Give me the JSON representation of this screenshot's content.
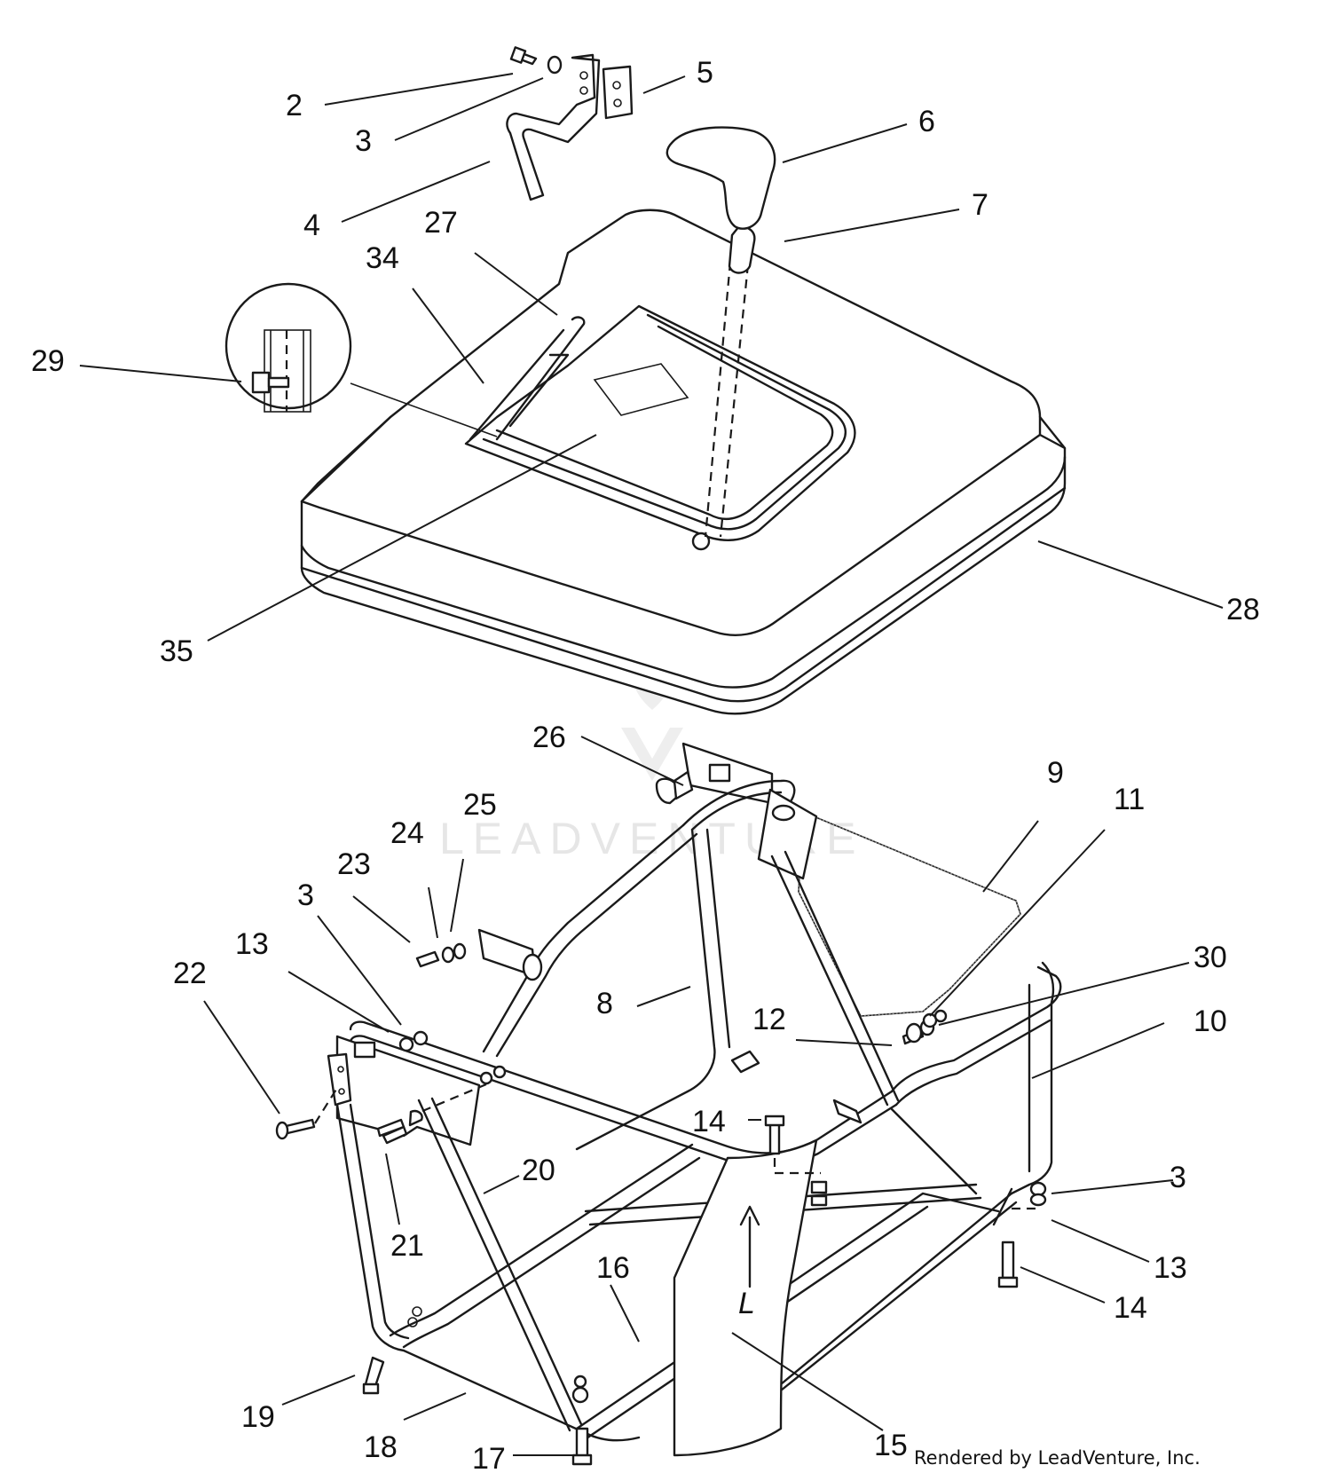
{
  "labels": {
    "p2": "2",
    "p3a": "3",
    "p4": "4",
    "p5": "5",
    "p6": "6",
    "p7": "7",
    "p27": "27",
    "p34": "34",
    "p29": "29",
    "p35": "35",
    "p28": "28",
    "p26": "26",
    "p9": "9",
    "p11": "11",
    "p25": "25",
    "p24": "24",
    "p23": "23",
    "p3b": "3",
    "p13a": "13",
    "p22": "22",
    "p8": "8",
    "p30": "30",
    "p12": "12",
    "p10": "10",
    "p14a": "14",
    "p20": "20",
    "p21": "21",
    "p3c": "3",
    "p13b": "13",
    "p16": "16",
    "p14b": "14",
    "p19": "19",
    "p18": "18",
    "p17": "17",
    "p15": "15"
  },
  "arrow_letter": "L",
  "watermark": "LEADVENTURE",
  "footer": "Rendered by LeadVenture, Inc."
}
